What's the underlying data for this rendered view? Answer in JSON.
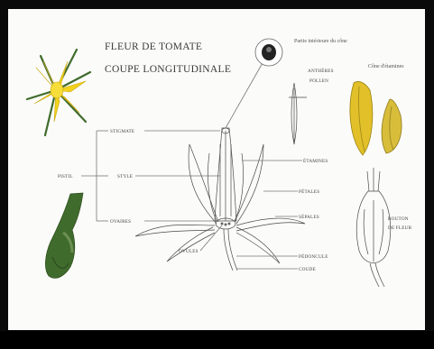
{
  "title": {
    "line1": "FLEUR DE TOMATE",
    "line2": "COUPE LONGITUDINALE"
  },
  "pistil_label": "PISTIL",
  "pistil_parts": [
    "STIGMATE",
    "STYLE",
    "OVAIRES"
  ],
  "right_labels": [
    "ÉTAMINES",
    "PÉTALES",
    "SÉPALES",
    "PÉDONCULE",
    "COUDE"
  ],
  "ovule_label": "OVULES",
  "inset_top": {
    "caption": "Partie intérieure du cône",
    "labels": [
      "ANTHÈRES",
      "POLLEN"
    ]
  },
  "inset_cone": {
    "caption": "Cône d'étamines"
  },
  "inset_bud": {
    "label_line1": "BOUTON",
    "label_line2": "DE FLEUR"
  },
  "colors": {
    "petal_yellow": "#f2d21c",
    "sepal_green": "#3f6b2c",
    "frame": "#0a0a0a"
  }
}
